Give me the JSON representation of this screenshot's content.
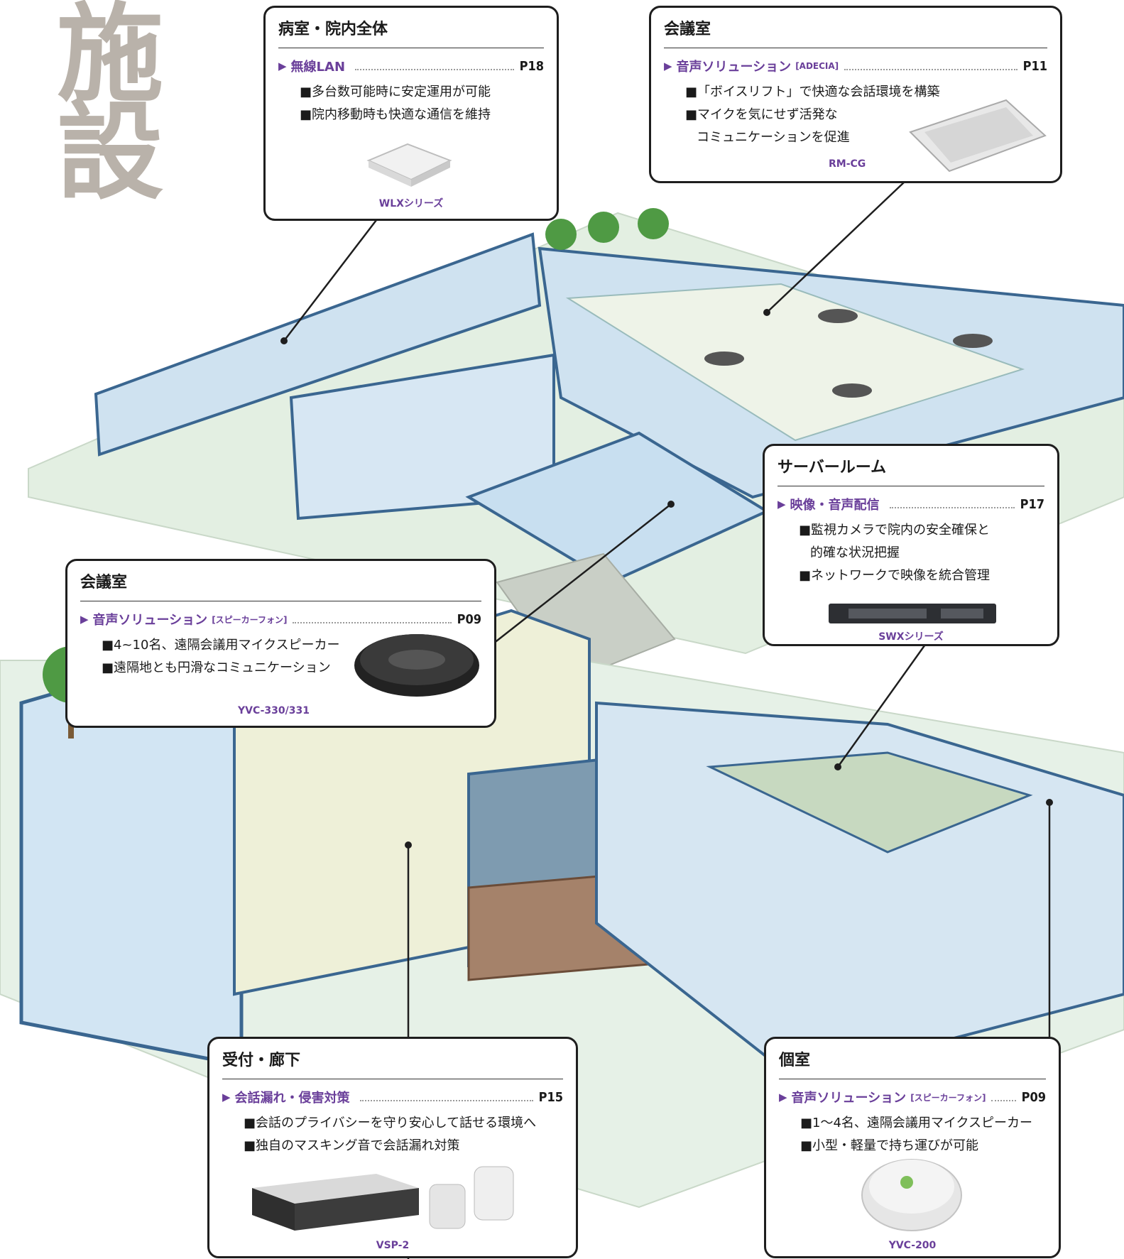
{
  "page_title": [
    "施",
    "設"
  ],
  "callouts": {
    "ward": {
      "heading": "病室・院内全体",
      "solution": "無線LAN",
      "solution_sub": "",
      "page": "P18",
      "bullets": [
        "■多台数可能時に安定運用が可能",
        "■院内移動時も快適な通信を維持"
      ],
      "model": "WLXシリーズ"
    },
    "meeting_top": {
      "heading": "会議室",
      "solution": "音声ソリューション",
      "solution_sub": "[ADECIA]",
      "page": "P11",
      "bullets": [
        "■「ボイスリフト」で快適な会話環境を構築",
        "■マイクを気にせず活発な",
        "コミュニケーションを促進"
      ],
      "model": "RM-CG"
    },
    "server": {
      "heading": "サーバールーム",
      "solution": "映像・音声配信",
      "solution_sub": "",
      "page": "P17",
      "bullets": [
        "■監視カメラで院内の安全確保と",
        "的確な状況把握",
        "■ネットワークで映像を統合管理"
      ],
      "model": "SWXシリーズ"
    },
    "meeting_left": {
      "heading": "会議室",
      "solution": "音声ソリューション",
      "solution_sub": "[スピーカーフォン]",
      "page": "P09",
      "bullets": [
        "■4~10名、遠隔会議用マイクスピーカー",
        "■遠隔地とも円滑なコミュニケーション"
      ],
      "model": "YVC-330/331"
    },
    "reception": {
      "heading": "受付・廊下",
      "solution": "会話漏れ・侵害対策",
      "solution_sub": "",
      "page": "P15",
      "bullets": [
        "■会話のプライバシーを守り安心して話せる環境へ",
        "■独自のマスキング音で会話漏れ対策"
      ],
      "model": "VSP-2"
    },
    "private": {
      "heading": "個室",
      "solution": "音声ソリューション",
      "solution_sub": "[スピーカーフォン]",
      "page": "P09",
      "bullets": [
        "■1～4名、遠隔会議用マイクスピーカー",
        "■小型・軽量で持ち運びが可能"
      ],
      "model": "YVC-200"
    }
  },
  "colors": {
    "accent": "#6a3f9a",
    "title_gray": "#b9b2aa",
    "wall_blue": "#8fb8d6",
    "floor_green": "#dfeee0"
  }
}
